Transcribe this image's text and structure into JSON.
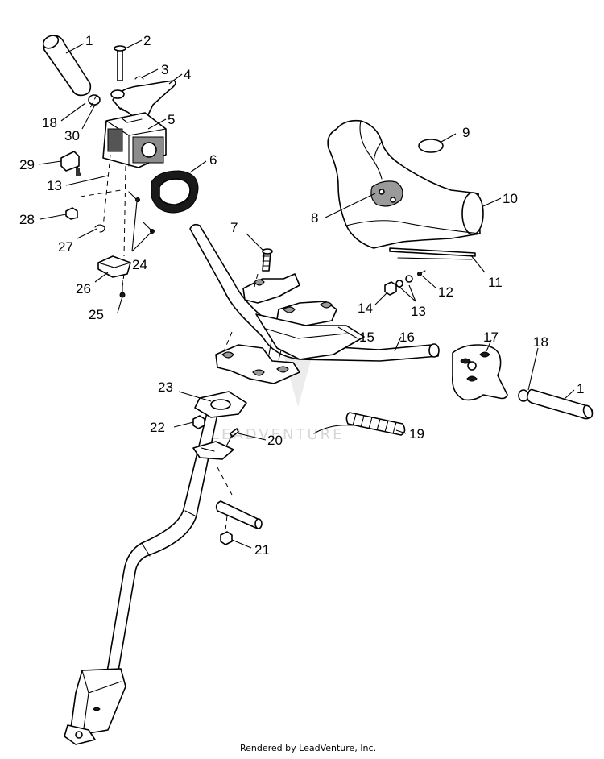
{
  "callouts": [
    {
      "id": "c1a",
      "label": "1"
    },
    {
      "id": "c2",
      "label": "2"
    },
    {
      "id": "c3",
      "label": "3"
    },
    {
      "id": "c4",
      "label": "4"
    },
    {
      "id": "c5",
      "label": "5"
    },
    {
      "id": "c6",
      "label": "6"
    },
    {
      "id": "c7",
      "label": "7"
    },
    {
      "id": "c8",
      "label": "8"
    },
    {
      "id": "c9",
      "label": "9"
    },
    {
      "id": "c10",
      "label": "10"
    },
    {
      "id": "c11",
      "label": "11"
    },
    {
      "id": "c12",
      "label": "12"
    },
    {
      "id": "c13a",
      "label": "13"
    },
    {
      "id": "c13b",
      "label": "13"
    },
    {
      "id": "c14",
      "label": "14"
    },
    {
      "id": "c15",
      "label": "15"
    },
    {
      "id": "c16",
      "label": "16"
    },
    {
      "id": "c17",
      "label": "17"
    },
    {
      "id": "c18a",
      "label": "18"
    },
    {
      "id": "c18b",
      "label": "18"
    },
    {
      "id": "c19",
      "label": "19"
    },
    {
      "id": "c20",
      "label": "20"
    },
    {
      "id": "c21",
      "label": "21"
    },
    {
      "id": "c22",
      "label": "22"
    },
    {
      "id": "c23",
      "label": "23"
    },
    {
      "id": "c24",
      "label": "24"
    },
    {
      "id": "c25",
      "label": "25"
    },
    {
      "id": "c26",
      "label": "26"
    },
    {
      "id": "c27",
      "label": "27"
    },
    {
      "id": "c28",
      "label": "28"
    },
    {
      "id": "c29",
      "label": "29"
    },
    {
      "id": "c30",
      "label": "30"
    },
    {
      "id": "c1b",
      "label": "1"
    }
  ],
  "watermark": "LEADVENTURE",
  "footer": "Rendered by LeadVenture, Inc."
}
